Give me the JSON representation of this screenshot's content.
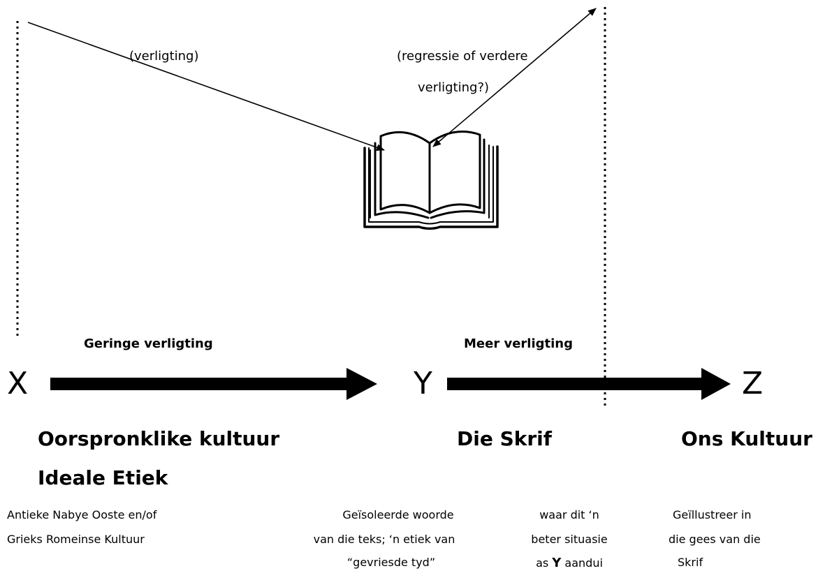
{
  "top_labels": {
    "left_arrow": "(verligting)",
    "right_arrow_line1": "(regressie of verdere",
    "right_arrow_line2": "verligting?)"
  },
  "zone_labels": {
    "left": "Geringe verligting",
    "right": "Meer verligting"
  },
  "points": {
    "x": "X",
    "y": "Y",
    "z": "Z"
  },
  "headings": {
    "x_line1": "Oorspronklike kultuur",
    "x_line2": "Ideale Etiek",
    "y": "Die Skrif",
    "z": "Ons Kultuur"
  },
  "descriptions": {
    "x_line1": "Antieke Nabye Ooste en/of",
    "x_line2": "Grieks Romeinse Kultuur",
    "y_line1": "Geïsoleerde woorde",
    "y_line2": "van die teks; ‘n etiek van",
    "y_line3": "“gevriesde tyd”",
    "yb_line1": "waar dit ‘n",
    "yb_line2": "beter situasie",
    "yb_line3_pre": "as ",
    "yb_line3_bold": "Y",
    "yb_line3_post": " aandui",
    "z_line1": "Geïllustreer in",
    "z_line2": "die gees van die",
    "z_line3": "Skrif"
  },
  "icons": [
    "open-book-icon"
  ]
}
